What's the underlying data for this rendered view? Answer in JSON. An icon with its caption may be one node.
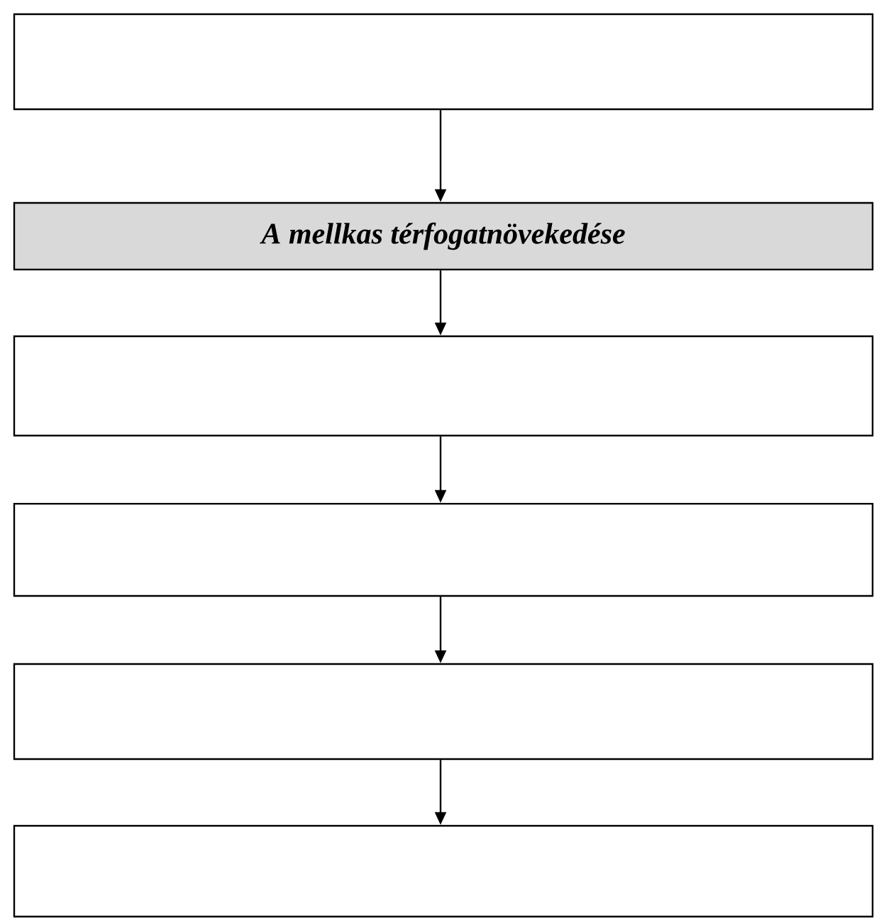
{
  "diagram": {
    "nodes": [
      {
        "text": [],
        "shape": "box"
      },
      {
        "text": [
          "A mellkas térfogatnövekedése"
        ]
      },
      {
        "text": [],
        "shape": "box"
      },
      {
        "text": [],
        "shape": "box"
      },
      {
        "text": [],
        "shape": "box"
      },
      {
        "text": [],
        "shape": "box"
      }
    ],
    "edges": [
      {
        "from": 0,
        "to": 1,
        "arrow": "to"
      },
      {
        "from": 1,
        "to": 2,
        "arrow": "to"
      },
      {
        "from": 2,
        "to": 3,
        "arrow": "to"
      },
      {
        "from": 3,
        "to": 4,
        "arrow": "to"
      },
      {
        "from": 4,
        "to": 5,
        "arrow": "to"
      }
    ]
  }
}
